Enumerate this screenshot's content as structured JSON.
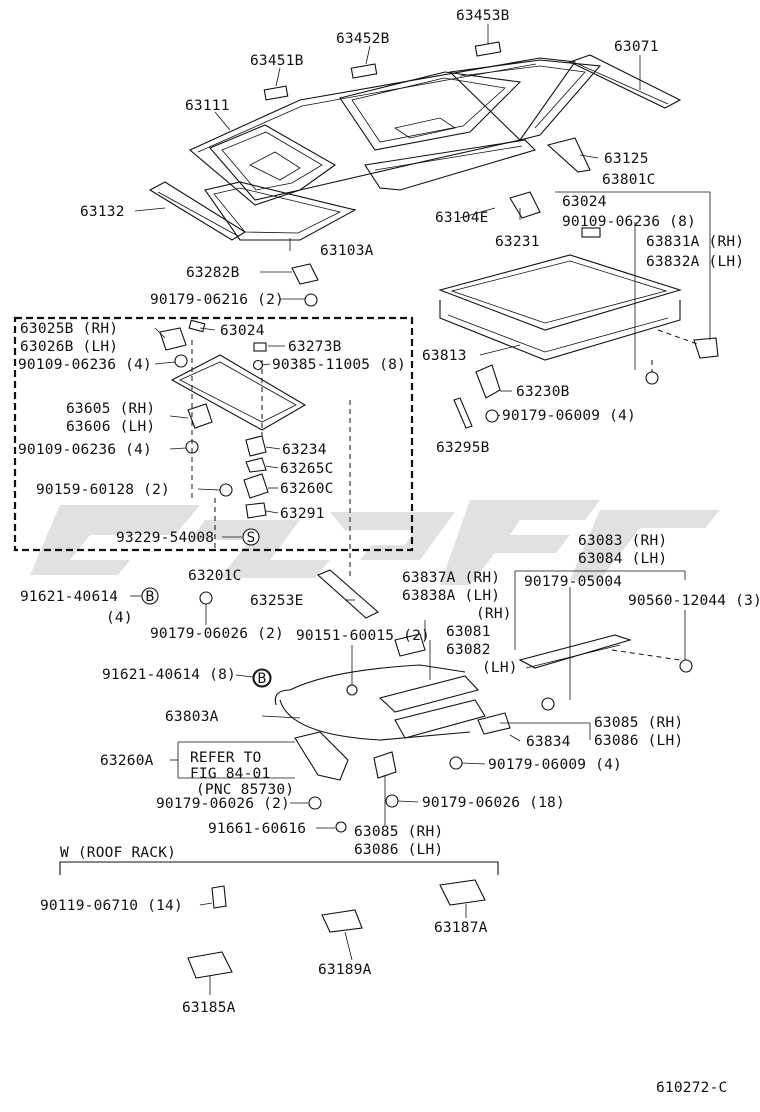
{
  "diagram_code": "610272-C",
  "watermark_text": "",
  "group_header": "W (ROOF RACK)",
  "labels": {
    "p63453B": "63453B",
    "p63452B": "63452B",
    "p63451B": "63451B",
    "p63071": "63071",
    "p63111": "63111",
    "p63125": "63125",
    "p63801C": "63801C",
    "p63132": "63132",
    "p63104E": "63104E",
    "p63024a": "63024",
    "p90109_06236_8": "90109-06236 (8)",
    "p63231": "63231",
    "p63103A": "63103A",
    "p63831A": "63831A (RH)",
    "p63832A": "63832A (LH)",
    "p63282B": "63282B",
    "p90179_06216": "90179-06216 (2)",
    "p63025B": "63025B (RH)",
    "p63026B": "63026B (LH)",
    "p63024b": "63024",
    "p63273B": "63273B",
    "p90109_06236_4a": "90109-06236 (4)",
    "p90385": "90385-11005 (8)",
    "p63813": "63813",
    "p63230B": "63230B",
    "p63605": "63605 (RH)",
    "p63606": "63606 (LH)",
    "p90179_06009a": "90179-06009 (4)",
    "p90109_06236_4b": "90109-06236 (4)",
    "p63234": "63234",
    "p63295B": "63295B",
    "p63265C": "63265C",
    "p90159": "90159-60128 (2)",
    "p63260C": "63260C",
    "p63291": "63291",
    "p93229": "93229-54008",
    "p63083": "63083 (RH)",
    "p63084": "63084 (LH)",
    "p63201C": "63201C",
    "p63837A": "63837A (RH)",
    "p63838A": "63838A (LH)",
    "p90179_05004": "90179-05004",
    "p91621_40614a": "91621-40614",
    "p91621_40614a_qty": "(4)",
    "p63253E": "63253E",
    "p90560": "90560-12044 (3)",
    "p63081_rh": "(RH)",
    "p63081": "63081",
    "p90151": "90151-60015 (2)",
    "p63082": "63082",
    "p63082_lh": "(LH)",
    "p90179_06026a": "90179-06026 (2)",
    "p91621_40614b": "91621-40614 (8)",
    "p63803A": "63803A",
    "p63085a": "63085 (RH)",
    "p63086a": "63086 (LH)",
    "p63834": "63834",
    "p63260A": "63260A",
    "ref1": "REFER TO",
    "ref2": "FIG 84-01",
    "ref3": "(PNC 85730)",
    "p90179_06009b": "90179-06009 (4)",
    "p90179_06026b": "90179-06026 (2)",
    "p90179_06026c": "90179-06026 (18)",
    "p91661": "91661-60616",
    "p63085b": "63085 (RH)",
    "p63086b": "63086 (LH)",
    "p90119": "90119-06710 (14)",
    "p63187A": "63187A",
    "p63189A": "63189A",
    "p63185A": "63185A"
  },
  "markers": {
    "b1": "B",
    "b2": "B",
    "s1": "S"
  }
}
